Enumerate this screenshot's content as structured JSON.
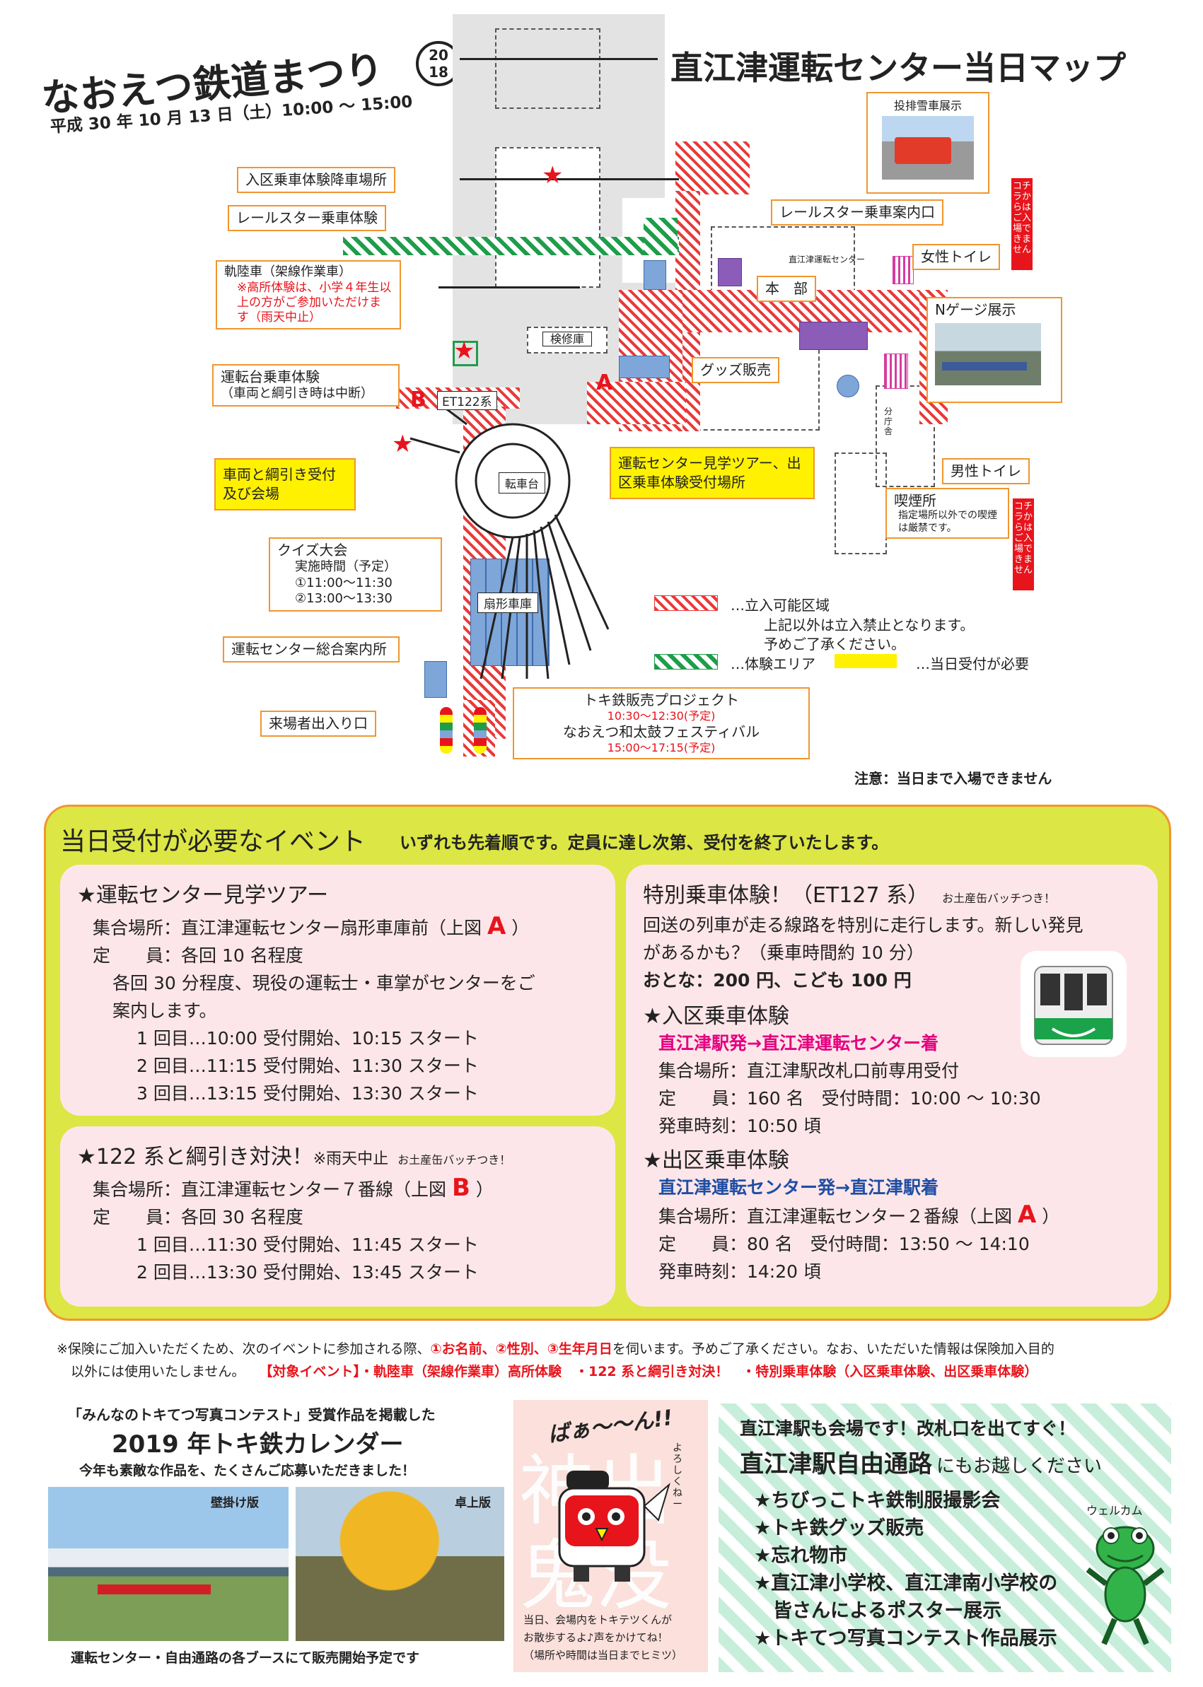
{
  "header": {
    "festival_title": "なおえつ鉄道まつり",
    "year_badge": "2018",
    "date_line": "平成 30 年 10 月 13 日（土）10:00 ～ 15:00",
    "map_title": "直江津運転センター当日マップ"
  },
  "map": {
    "snow_plow_label": "投排雪車展示",
    "entry_notice": "コチラからはご入場できません",
    "labels": {
      "entry_boarding": "入区乗車体験降車場所",
      "railstar_ride": "レールスター乗車体験",
      "railstar_guide": "レールスター乗車案内口",
      "center_name": "直江津運転センター",
      "womens_toilet": "女性トイレ",
      "hq": "本　部",
      "track_car_title": "軌陸車（架線作業車）",
      "track_car_note": "※高所体験は、小学４年生以上の方がご参加いただけます（雨天中止）",
      "n_gauge": "Nゲージ展示",
      "repair_shed": "検修庫",
      "goods": "グッズ販売",
      "cab_experience": "運転台乗車体験",
      "cab_note": "（車両と綱引き時は中断）",
      "et122": "ET122系",
      "tug_reception": "車両と綱引き受付及び会場",
      "branch_office": "分庁舎",
      "mens_toilet": "男性トイレ",
      "tour_reception": "運転センター見学ツアー、出区乗車体験受付場所",
      "smoking": "喫煙所",
      "smoking_note": "指定場所以外での喫煙は厳禁です。",
      "turntable": "転車台",
      "quiz_title": "クイズ大会",
      "quiz_time_label": "実施時間（予定）",
      "quiz_time1": "①11:00〜11:30",
      "quiz_time2": "②13:00〜13:30",
      "fan_shed": "扇形車庫",
      "info_center": "運転センター総合案内所",
      "visitor_gate": "来場者出入り口",
      "toki_project": "トキ鉄販売プロジェクト",
      "toki_time": "10:30〜12:30(予定)",
      "taiko": "なおえつ和太鼓フェスティバル",
      "taiko_time": "15:00〜17:15(予定)",
      "mark_a": "A",
      "mark_b": "B"
    },
    "legend": {
      "standing_area": "…立入可能区域",
      "standing_note1": "上記以外は立入禁止となります。",
      "standing_note2": "予めご了承ください。",
      "experience_area": "…体験エリア",
      "reception_needed": "…当日受付が必要"
    },
    "caution": "注意：当日まで入場できません"
  },
  "events": {
    "title": "当日受付が必要なイベント",
    "subtitle": "いずれも先着順です。定員に達し次第、受付を終了いたします。",
    "tour": {
      "title": "★運転センター見学ツアー",
      "place_prefix": "集合場所：直江津運転センター扇形車庫前（上図 ",
      "place_mark": "A",
      "place_suffix": " ）",
      "capacity": "定　　員：各回 10 名程度",
      "desc1": "各回 30 分程度、現役の運転士・車掌がセンターをご",
      "desc2": "案内します。",
      "slot1": "1 回目…10:00 受付開始、10:15 スタート",
      "slot2": "2 回目…11:15 受付開始、11:30 スタート",
      "slot3": "3 回目…13:15 受付開始、13:30 スタート"
    },
    "tug": {
      "title": "★122 系と綱引き対決！",
      "rain": "※雨天中止",
      "badge": "お土産缶バッチつき！",
      "place_prefix": "集合場所：直江津運転センター７番線（上図 ",
      "place_mark": "B",
      "place_suffix": " ）",
      "capacity": "定　　員：各回 30 名程度",
      "slot1": "1 回目…11:30 受付開始、11:45 スタート",
      "slot2": "2 回目…13:30 受付開始、13:45 スタート"
    },
    "special": {
      "title": "特別乗車体験！（ET127 系）",
      "badge": "お土産缶バッチつき！",
      "desc1": "回送の列車が走る線路を特別に走行します。新しい発見",
      "desc2": "があるかも？（乗車時間約 10 分）",
      "price": "おとな：200 円、こども 100 円",
      "in_title": "★入区乗車体験",
      "in_route": "直江津駅発→直江津運転センター着",
      "in_place": "集合場所：直江津駅改札口前専用受付",
      "in_capacity": "定　　員：160 名　受付時間：10:00 ～ 10:30",
      "in_depart": "発車時刻：10:50 頃",
      "out_title": "★出区乗車体験",
      "out_route": "直江津運転センター発→直江津駅着",
      "out_place_prefix": "集合場所：直江津運転センター２番線（上図 ",
      "out_place_mark": "A",
      "out_place_suffix": " ）",
      "out_capacity": "定　　員：80 名　受付時間：13:50 ～ 14:10",
      "out_depart": "発車時刻：14:20 頃"
    }
  },
  "insurance": {
    "line1_a": "※保険にご加入いただくため、次のイベントに参加される際、",
    "line1_b": "①お名前、②性別、③生年月日",
    "line1_c": "を伺います。予めご了承ください。なお、いただいた情報は保険加入目的",
    "line2_a": "以外には使用いたしません。",
    "line2_b": "【対象イベント】・軌陸車（架線作業車）高所体験　・122 系と綱引き対決！　・特別乗車体験（入区乗車体験、出区乗車体験）"
  },
  "calendar": {
    "subtitle": "「みんなのトキてつ写真コンテスト」受賞作品を掲載した",
    "title": "2019 年トキ鉄カレンダー",
    "thanks": "今年も素敵な作品を、たくさんご応募いただきました！",
    "wall_label": "壁掛け版",
    "desk_label": "卓上版",
    "footer": "運転センター・自由通路の各ブースにて販売開始予定です"
  },
  "mascot": {
    "shout": "ばぁ〜〜ん!!",
    "greet": "よろしくねー",
    "bg_text": "神出鬼没",
    "caption1": "当日、会場内をトキテツくんが",
    "caption2": "お散歩するよ♪声をかけてね！",
    "caption3": "（場所や時間は当日までヒミツ）"
  },
  "station": {
    "top": "直江津駅も会場です！改札口を出てすぐ！",
    "title": "直江津駅自由通路",
    "title_suffix": "にもお越しください",
    "welcome": "ウェルカム",
    "items": [
      "★ちびっこトキ鉄制服撮影会",
      "★トキ鉄グッズ販売",
      "★忘れ物市",
      "★直江津小学校、直江津南小学校の",
      "　皆さんによるポスター展示",
      "★トキてつ写真コンテスト作品展示"
    ]
  }
}
